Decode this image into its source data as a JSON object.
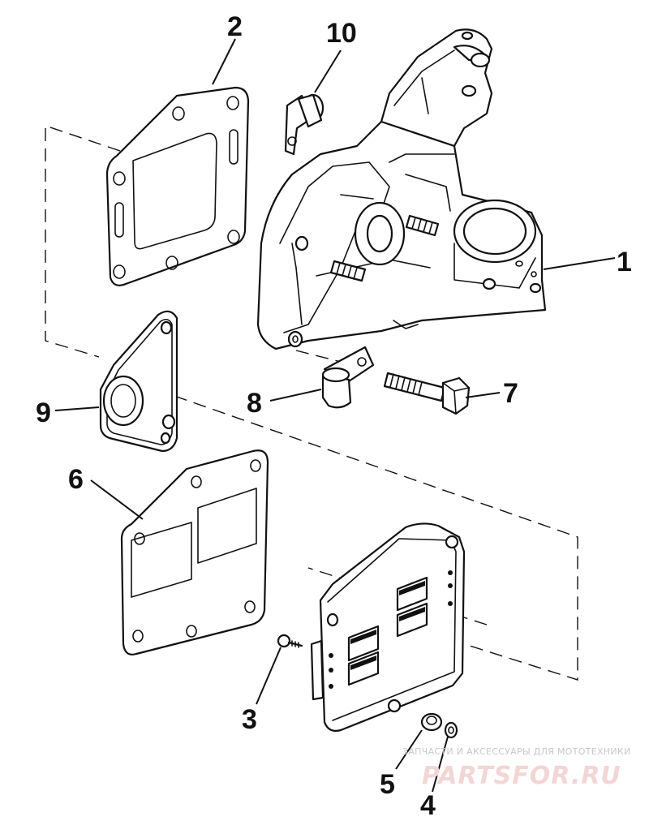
{
  "callouts": {
    "part_1": "1",
    "part_2": "2",
    "part_3": "3",
    "part_4": "4",
    "part_5": "5",
    "part_6": "6",
    "part_7": "7",
    "part_8": "8",
    "part_9": "9",
    "part_10": "10"
  },
  "watermark": {
    "tagline": "ЗАПЧАСТИ И АКСЕССУАРЫ ДЛЯ МОТОТЕХНИКИ",
    "logo": "PARTSFOR.RU"
  }
}
